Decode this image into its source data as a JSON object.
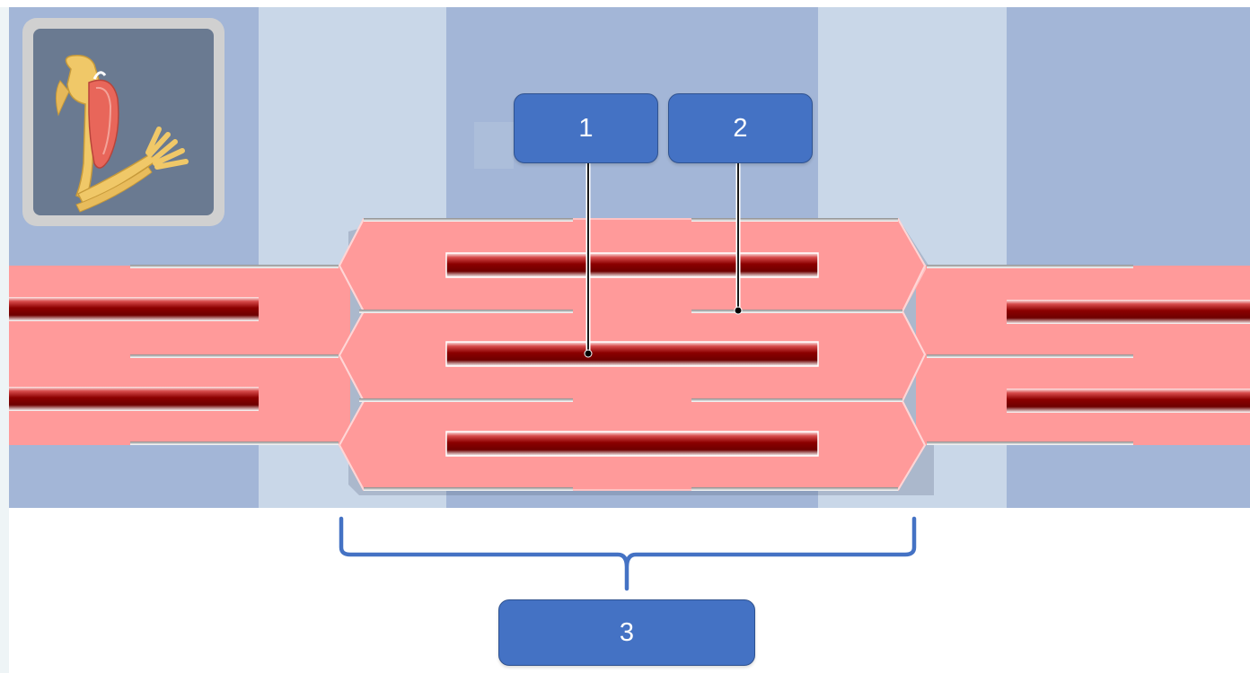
{
  "labels": {
    "label_1": "1",
    "label_2": "2",
    "label_3": "3"
  },
  "icons": {
    "arm_icon": "arm-muscle-icon"
  },
  "colors": {
    "dark_band": "#a3b6d7",
    "light_band": "#c9d7e8",
    "muscle_fill": "#ff9a9a",
    "thick_filament": "#8b0000",
    "label_fill": "#4472c4",
    "bracket": "#4472c4"
  }
}
